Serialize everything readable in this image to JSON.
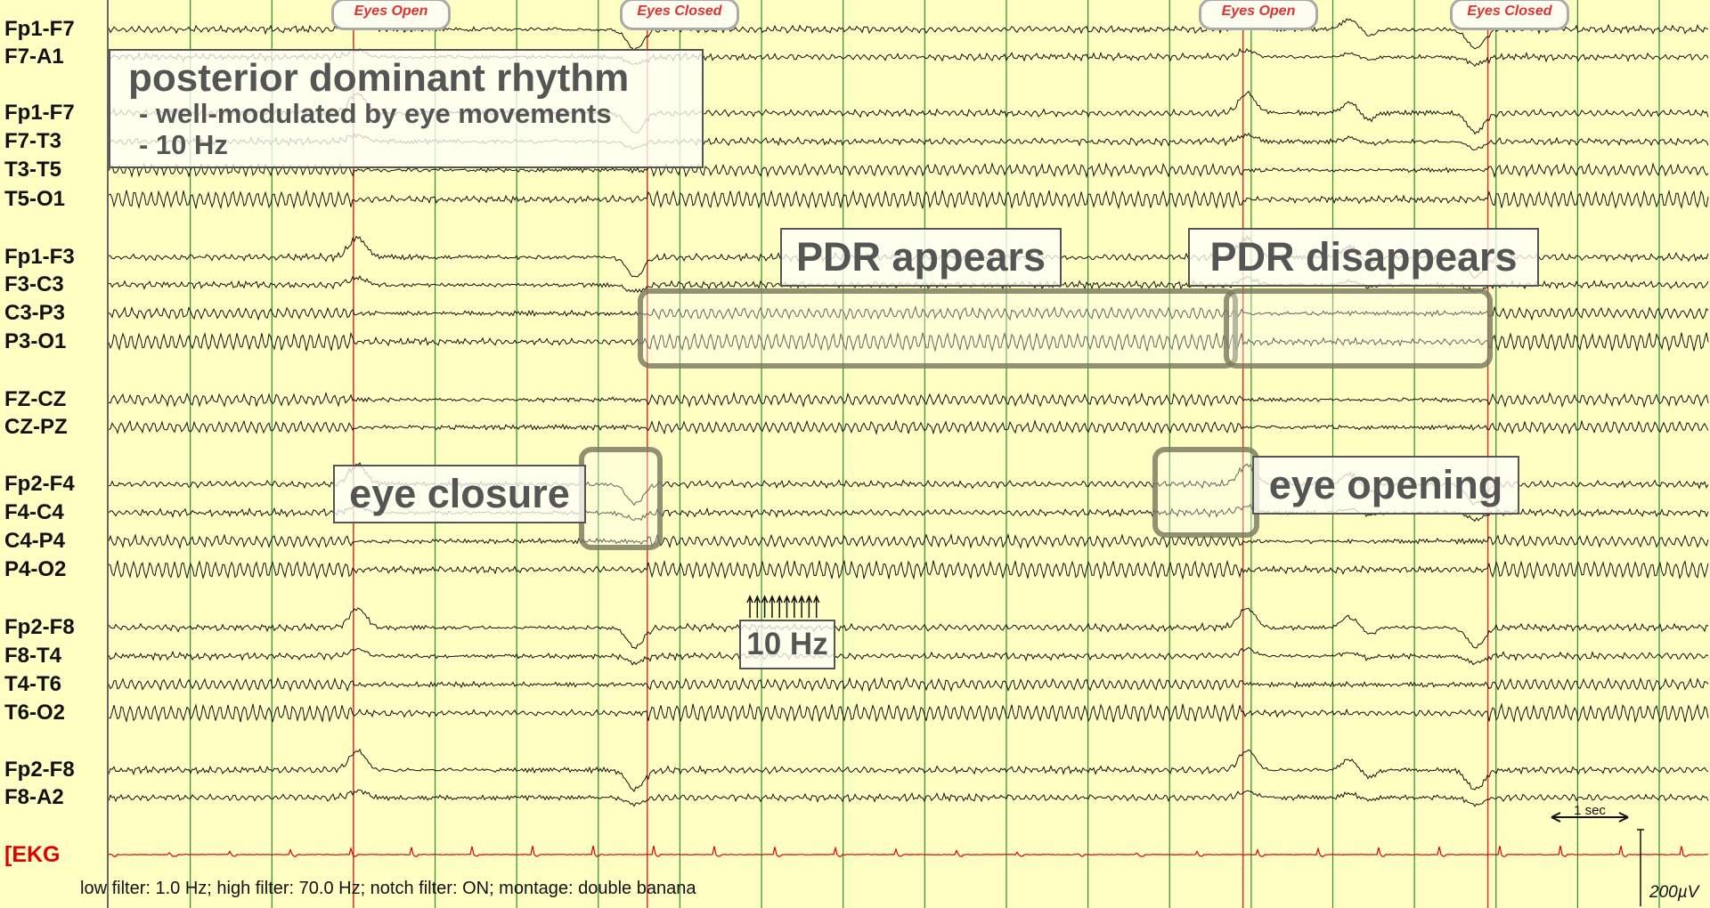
{
  "chart_data": {
    "type": "line",
    "channels": [
      "Fp1-F7",
      "F7-A1",
      "Fp1-F7",
      "F7-T3",
      "T3-T5",
      "T5-O1",
      "Fp1-F3",
      "F3-C3",
      "C3-P3",
      "P3-O1",
      "FZ-CZ",
      "CZ-PZ",
      "Fp2-F4",
      "F4-C4",
      "C4-P4",
      "P4-O2",
      "Fp2-F8",
      "F8-T4",
      "T4-T6",
      "T6-O2",
      "Fp2-F8",
      "F8-A2",
      "[EKG"
    ],
    "events": [
      {
        "label": "Eyes Open",
        "time_s": 3.0
      },
      {
        "label": "Eyes Closed",
        "time_s": 6.6
      },
      {
        "label": "Eyes Open",
        "time_s": 13.9
      },
      {
        "label": "Eyes Closed",
        "time_s": 16.9
      }
    ],
    "time_range_s": [
      0,
      19.6
    ],
    "seconds_per_division": 1,
    "annotations": [
      {
        "title": "posterior dominant rhythm",
        "lines": [
          "- well-modulated by eye movements",
          "- 10 Hz"
        ]
      },
      {
        "title": "PDR appears"
      },
      {
        "title": "PDR disappears"
      },
      {
        "title": "eye closure"
      },
      {
        "title": "eye opening"
      },
      {
        "title": "10 Hz"
      }
    ],
    "scale": {
      "time_label": "1 sec",
      "amplitude_label": "200µV"
    },
    "settings_text": "low filter: 1.0 Hz; high filter: 70.0 Hz; notch filter: ON; montage: double banana",
    "pdr_frequency_hz": 10,
    "grid": true,
    "colors": {
      "background": "#ffffc4",
      "trace": "#111111",
      "ekg": "#e00000",
      "second_line": "#2e8b2e",
      "event_line": "#e03030"
    }
  }
}
